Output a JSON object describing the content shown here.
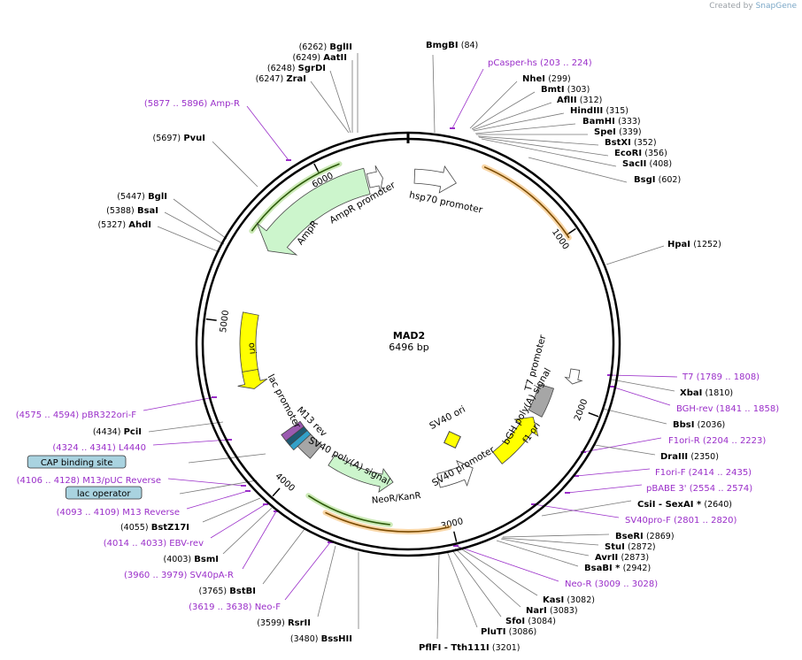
{
  "credit": {
    "prefix": "Created by",
    "brand": "SnapGene"
  },
  "plasmid": {
    "name": "MAD2",
    "length_label": "6496 bp",
    "length": 6496
  },
  "ticks": [
    {
      "label": "1000",
      "bp": 1000
    },
    {
      "label": "2000",
      "bp": 2000
    },
    {
      "label": "3000",
      "bp": 3000
    },
    {
      "label": "4000",
      "bp": 4000
    },
    {
      "label": "5000",
      "bp": 5000
    },
    {
      "label": "6000",
      "bp": 6000
    }
  ],
  "features": [
    {
      "label": "hsp70 promoter",
      "color": "#ffffff"
    },
    {
      "label": "AmpR promoter",
      "color": "#ffffff"
    },
    {
      "label": "AmpR",
      "color": "#ccf5cc"
    },
    {
      "label": "ori",
      "color": "#ffff00"
    },
    {
      "label": "lac promoter",
      "color": "#ffffff"
    },
    {
      "label": "M13 rev",
      "color": "#ffffff"
    },
    {
      "label": "SV40 poly(A) signal",
      "color": "#a6a6a6"
    },
    {
      "label": "NeoR/KanR",
      "color": "#ccf5cc"
    },
    {
      "label": "SV40 promoter",
      "color": "#ffffff"
    },
    {
      "label": "SV40 ori",
      "color": "#ffff00"
    },
    {
      "label": "f1 ori",
      "color": "#ffff00"
    },
    {
      "label": "bGH poly(A) signal",
      "color": "#a6a6a6"
    },
    {
      "label": "T7 promoter",
      "color": "#ffffff"
    }
  ],
  "labels": [
    {
      "id": "bglii",
      "kind": "enzyme",
      "name": "BglII",
      "pos": "(6262)",
      "pre": ""
    },
    {
      "id": "aatii",
      "kind": "enzyme",
      "name": "AatII",
      "pos": "(6249)",
      "pre": ""
    },
    {
      "id": "sgrdi",
      "kind": "enzyme",
      "name": "SgrDI",
      "pos": "(6248)",
      "pre": ""
    },
    {
      "id": "zrai",
      "kind": "enzyme",
      "name": "ZraI",
      "pos": "(6247)",
      "pre": ""
    },
    {
      "id": "ampr-primer",
      "kind": "primer",
      "name": "Amp-R",
      "pos": "(5877 .. 5896)",
      "pre": ""
    },
    {
      "id": "pvui",
      "kind": "enzyme",
      "name": "PvuI",
      "pos": "(5697)",
      "pre": ""
    },
    {
      "id": "bgli",
      "kind": "enzyme",
      "name": "BglI",
      "pos": "(5447)",
      "pre": ""
    },
    {
      "id": "bsai",
      "kind": "enzyme",
      "name": "BsaI",
      "pos": "(5388)",
      "pre": ""
    },
    {
      "id": "ahdi",
      "kind": "enzyme",
      "name": "AhdI",
      "pos": "(5327)",
      "pre": ""
    },
    {
      "id": "pbr322ori",
      "kind": "primer",
      "name": "pBR322ori-F",
      "pos": "(4575 .. 4594)",
      "pre": ""
    },
    {
      "id": "pcii",
      "kind": "enzyme",
      "name": "PciI",
      "pos": "(4434)",
      "pre": ""
    },
    {
      "id": "l4440",
      "kind": "primer",
      "name": "L4440",
      "pos": "(4324 .. 4341)",
      "pre": ""
    },
    {
      "id": "cap-site",
      "kind": "box",
      "name": "CAP binding site",
      "pos": "",
      "pre": ""
    },
    {
      "id": "m13puc-rev",
      "kind": "primer",
      "name": "M13/pUC Reverse",
      "pos": "(4106 .. 4128)",
      "pre": ""
    },
    {
      "id": "lac-operator",
      "kind": "box",
      "name": "lac operator",
      "pos": "",
      "pre": ""
    },
    {
      "id": "m13-reverse",
      "kind": "primer",
      "name": "M13 Reverse",
      "pos": "(4093 .. 4109)",
      "pre": ""
    },
    {
      "id": "bstz17i",
      "kind": "enzyme",
      "name": "BstZ17I",
      "pos": "(4055)",
      "pre": ""
    },
    {
      "id": "ebv-rev",
      "kind": "primer",
      "name": "EBV-rev",
      "pos": "(4014 .. 4033)",
      "pre": ""
    },
    {
      "id": "bsmi",
      "kind": "enzyme",
      "name": "BsmI",
      "pos": "(4003)",
      "pre": ""
    },
    {
      "id": "sv40pa-r",
      "kind": "primer",
      "name": "SV40pA-R",
      "pos": "(3960 .. 3979)",
      "pre": ""
    },
    {
      "id": "bstbi",
      "kind": "enzyme",
      "name": "BstBI",
      "pos": "(3765)",
      "pre": ""
    },
    {
      "id": "neo-f",
      "kind": "primer",
      "name": "Neo-F",
      "pos": "(3619 .. 3638)",
      "pre": ""
    },
    {
      "id": "rsrii",
      "kind": "enzyme",
      "name": "RsrII",
      "pos": "(3599)",
      "pre": ""
    },
    {
      "id": "bsshii",
      "kind": "enzyme",
      "name": "BssHII",
      "pos": "(3480)",
      "pre": ""
    },
    {
      "id": "bmgbi",
      "kind": "enzyme",
      "name": "BmgBI",
      "pos": "(84)",
      "pre": ""
    },
    {
      "id": "pcasper",
      "kind": "primer",
      "name": "pCasper-hs",
      "pos": "(203 .. 224)",
      "pre": ""
    },
    {
      "id": "nhei",
      "kind": "enzyme",
      "name": "NheI",
      "pos": "(299)",
      "pre": ""
    },
    {
      "id": "bmti",
      "kind": "enzyme",
      "name": "BmtI",
      "pos": "(303)",
      "pre": ""
    },
    {
      "id": "aflii",
      "kind": "enzyme",
      "name": "AflII",
      "pos": "(312)",
      "pre": ""
    },
    {
      "id": "hindiii",
      "kind": "enzyme",
      "name": "HindIII",
      "pos": "(315)",
      "pre": ""
    },
    {
      "id": "bamhi",
      "kind": "enzyme",
      "name": "BamHI",
      "pos": "(333)",
      "pre": ""
    },
    {
      "id": "spei",
      "kind": "enzyme",
      "name": "SpeI",
      "pos": "(339)",
      "pre": ""
    },
    {
      "id": "bstxi",
      "kind": "enzyme",
      "name": "BstXI",
      "pos": "(352)",
      "pre": ""
    },
    {
      "id": "ecori",
      "kind": "enzyme",
      "name": "EcoRI",
      "pos": "(356)",
      "pre": ""
    },
    {
      "id": "sacii",
      "kind": "enzyme",
      "name": "SacII",
      "pos": "(408)",
      "pre": ""
    },
    {
      "id": "bsgi",
      "kind": "enzyme",
      "name": "BsgI",
      "pos": "(602)",
      "pre": ""
    },
    {
      "id": "hpai",
      "kind": "enzyme",
      "name": "HpaI",
      "pos": "(1252)",
      "pre": ""
    },
    {
      "id": "t7",
      "kind": "primer",
      "name": "T7",
      "pos": "(1789 .. 1808)",
      "pre": ""
    },
    {
      "id": "xbai",
      "kind": "enzyme",
      "name": "XbaI",
      "pos": "(1810)",
      "pre": ""
    },
    {
      "id": "bgh-rev",
      "kind": "primer",
      "name": "BGH-rev",
      "pos": "(1841 .. 1858)",
      "pre": ""
    },
    {
      "id": "bbsi",
      "kind": "enzyme",
      "name": "BbsI",
      "pos": "(2036)",
      "pre": ""
    },
    {
      "id": "f1ori-r",
      "kind": "primer",
      "name": "F1ori-R",
      "pos": "(2204 .. 2223)",
      "pre": ""
    },
    {
      "id": "draiii",
      "kind": "enzyme",
      "name": "DraIII",
      "pos": "(2350)",
      "pre": ""
    },
    {
      "id": "f1ori-f",
      "kind": "primer",
      "name": "F1ori-F",
      "pos": "(2414 .. 2435)",
      "pre": ""
    },
    {
      "id": "pbabe3",
      "kind": "primer",
      "name": "pBABE 3'",
      "pos": "(2554 .. 2574)",
      "pre": ""
    },
    {
      "id": "csii",
      "kind": "enzyme",
      "name": "CsiI",
      "pos": "(2640)",
      "pre": "",
      "suffix": " - SexAI *"
    },
    {
      "id": "sv40pro-f",
      "kind": "primer",
      "name": "SV40pro-F",
      "pos": "(2801 .. 2820)",
      "pre": ""
    },
    {
      "id": "bseri",
      "kind": "enzyme",
      "name": "BseRI",
      "pos": "(2869)",
      "pre": ""
    },
    {
      "id": "stui",
      "kind": "enzyme",
      "name": "StuI",
      "pos": "(2872)",
      "pre": ""
    },
    {
      "id": "avrii",
      "kind": "enzyme",
      "name": "AvrII",
      "pos": "(2873)",
      "pre": ""
    },
    {
      "id": "bsabi",
      "kind": "enzyme",
      "name": "BsaBI *",
      "pos": "(2942)",
      "pre": ""
    },
    {
      "id": "neo-r",
      "kind": "primer",
      "name": "Neo-R",
      "pos": "(3009 .. 3028)",
      "pre": ""
    },
    {
      "id": "kasi",
      "kind": "enzyme",
      "name": "KasI",
      "pos": "(3082)",
      "pre": ""
    },
    {
      "id": "nari",
      "kind": "enzyme",
      "name": "NarI",
      "pos": "(3083)",
      "pre": ""
    },
    {
      "id": "sfoi",
      "kind": "enzyme",
      "name": "SfoI",
      "pos": "(3084)",
      "pre": ""
    },
    {
      "id": "pluti",
      "kind": "enzyme",
      "name": "PluTI",
      "pos": "(3086)",
      "pre": ""
    },
    {
      "id": "pflfi",
      "kind": "enzyme",
      "name": "PflFI",
      "pos": "(3201)",
      "pre": "",
      "suffix": " - Tth111I"
    }
  ]
}
